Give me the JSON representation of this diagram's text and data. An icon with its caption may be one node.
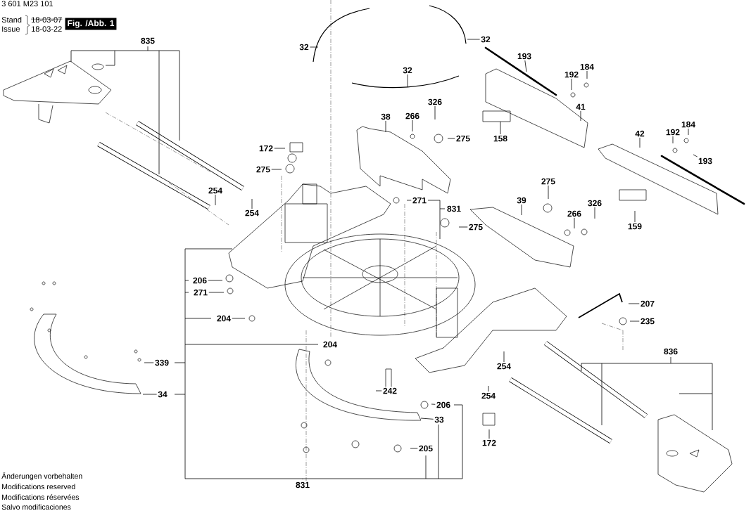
{
  "diagram": {
    "nodes": [
      {
        "text": [
          "Fig. /Abb. 1"
        ]
      },
      {
        "text": [
          "835"
        ]
      },
      {
        "text": [
          "32"
        ]
      },
      {
        "text": [
          "32"
        ]
      },
      {
        "text": [
          "193"
        ]
      },
      {
        "text": [
          "184"
        ]
      },
      {
        "text": [
          "192"
        ]
      },
      {
        "text": [
          "32"
        ]
      },
      {
        "text": [
          "326"
        ]
      },
      {
        "text": [
          "41"
        ]
      },
      {
        "text": [
          "38"
        ]
      },
      {
        "text": [
          "266"
        ]
      },
      {
        "text": [
          "184"
        ]
      },
      {
        "text": [
          "192"
        ]
      },
      {
        "text": [
          "42"
        ]
      },
      {
        "text": [
          "158"
        ]
      },
      {
        "text": [
          "275"
        ]
      },
      {
        "text": [
          "172"
        ]
      },
      {
        "text": [
          "193"
        ]
      },
      {
        "text": [
          "275"
        ]
      },
      {
        "text": [
          "275"
        ]
      },
      {
        "text": [
          "254"
        ]
      },
      {
        "text": [
          "326"
        ]
      },
      {
        "text": [
          "271"
        ]
      },
      {
        "text": [
          "831"
        ]
      },
      {
        "text": [
          "39"
        ]
      },
      {
        "text": [
          "254"
        ]
      },
      {
        "text": [
          "266"
        ]
      },
      {
        "text": [
          "159"
        ]
      },
      {
        "text": [
          "275"
        ]
      },
      {
        "text": [
          "206"
        ]
      },
      {
        "text": [
          "271"
        ]
      },
      {
        "text": [
          "207"
        ]
      },
      {
        "text": [
          "204"
        ]
      },
      {
        "text": [
          "235"
        ]
      },
      {
        "text": [
          "204"
        ]
      },
      {
        "text": [
          "836"
        ]
      },
      {
        "text": [
          "339"
        ]
      },
      {
        "text": [
          "254"
        ]
      },
      {
        "text": [
          "242"
        ]
      },
      {
        "text": [
          "34"
        ]
      },
      {
        "text": [
          "254"
        ]
      },
      {
        "text": [
          "206"
        ]
      },
      {
        "text": [
          "33"
        ]
      },
      {
        "text": [
          "172"
        ]
      },
      {
        "text": [
          "205"
        ]
      },
      {
        "text": [
          "831"
        ]
      }
    ],
    "edges": [
      {
        "from": 2,
        "to": null,
        "arrow": "none"
      },
      {
        "from": 3,
        "to": null,
        "arrow": "none"
      },
      {
        "from": 4,
        "to": null,
        "arrow": "none"
      },
      {
        "from": 5,
        "to": null,
        "arrow": "none"
      },
      {
        "from": 6,
        "to": null,
        "arrow": "none"
      },
      {
        "from": 7,
        "to": null,
        "arrow": "none"
      },
      {
        "from": 8,
        "to": null,
        "arrow": "none"
      },
      {
        "from": 9,
        "to": null,
        "arrow": "none"
      },
      {
        "from": 10,
        "to": null,
        "arrow": "none"
      },
      {
        "from": 11,
        "to": null,
        "arrow": "none"
      },
      {
        "from": 12,
        "to": null,
        "arrow": "none"
      },
      {
        "from": 13,
        "to": null,
        "arrow": "none"
      },
      {
        "from": 14,
        "to": null,
        "arrow": "none"
      },
      {
        "from": 15,
        "to": null,
        "arrow": "none"
      },
      {
        "from": 16,
        "to": null,
        "arrow": "none"
      },
      {
        "from": 17,
        "to": null,
        "arrow": "none"
      },
      {
        "from": 18,
        "to": null,
        "arrow": "none"
      },
      {
        "from": 19,
        "to": null,
        "arrow": "none"
      },
      {
        "from": 20,
        "to": null,
        "arrow": "none"
      },
      {
        "from": 21,
        "to": null,
        "arrow": "none"
      },
      {
        "from": 22,
        "to": null,
        "arrow": "none"
      },
      {
        "from": 23,
        "to": null,
        "arrow": "none"
      },
      {
        "from": 25,
        "to": null,
        "arrow": "none"
      },
      {
        "from": 26,
        "to": null,
        "arrow": "none"
      },
      {
        "from": 27,
        "to": null,
        "arrow": "none"
      },
      {
        "from": 28,
        "to": null,
        "arrow": "none"
      },
      {
        "from": 29,
        "to": null,
        "arrow": "none"
      },
      {
        "from": 30,
        "to": null,
        "arrow": "none"
      },
      {
        "from": 31,
        "to": null,
        "arrow": "none"
      },
      {
        "from": 32,
        "to": null,
        "arrow": "none"
      },
      {
        "from": 33,
        "to": null,
        "arrow": "none"
      },
      {
        "from": 34,
        "to": null,
        "arrow": "none"
      },
      {
        "from": 37,
        "to": null,
        "arrow": "none"
      },
      {
        "from": 38,
        "to": null,
        "arrow": "none"
      },
      {
        "from": 39,
        "to": null,
        "arrow": "none"
      },
      {
        "from": 40,
        "to": null,
        "arrow": "none"
      },
      {
        "from": 41,
        "to": null,
        "arrow": "none"
      },
      {
        "from": 42,
        "to": null,
        "arrow": "none"
      },
      {
        "from": 43,
        "to": null,
        "arrow": "none"
      },
      {
        "from": 44,
        "to": null,
        "arrow": "none"
      },
      {
        "from": 45,
        "to": null,
        "arrow": "none"
      }
    ],
    "labels": [
      "3 601 M23 101",
      "Stand",
      "18-03-07",
      "Issue",
      "18-03-22",
      "Änderungen vorbehalten",
      "Modifications reserved",
      "Modifications réservées",
      "Salvo modificaciones"
    ]
  }
}
